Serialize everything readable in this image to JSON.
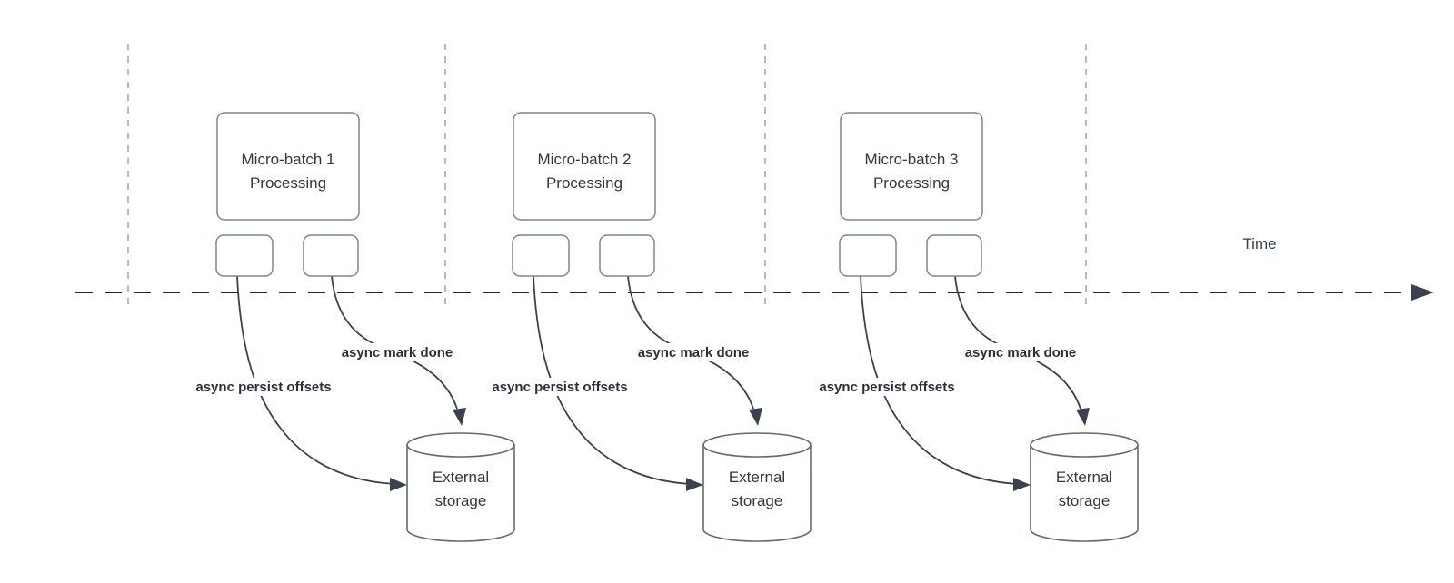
{
  "diagram": {
    "time_label": "Time",
    "batches": [
      {
        "name_line1": "Micro-batch 1",
        "name_line2": "Processing",
        "persist_label": "async persist offsets",
        "done_label": "async mark done",
        "storage_line1": "External",
        "storage_line2": "storage"
      },
      {
        "name_line1": "Micro-batch 2",
        "name_line2": "Processing",
        "persist_label": "async persist offsets",
        "done_label": "async mark done",
        "storage_line1": "External",
        "storage_line2": "storage"
      },
      {
        "name_line1": "Micro-batch 3",
        "name_line2": "Processing",
        "persist_label": "async persist offsets",
        "done_label": "async mark done",
        "storage_line1": "External",
        "storage_line2": "storage"
      }
    ],
    "colors": {
      "connector": "#3b414e",
      "axis": "#23272f",
      "gridline": "#a0a3a8",
      "box_stroke": "#7e8590",
      "cylinder_stroke": "#646b76",
      "text": "#33383f",
      "background": "#ffffff"
    }
  }
}
